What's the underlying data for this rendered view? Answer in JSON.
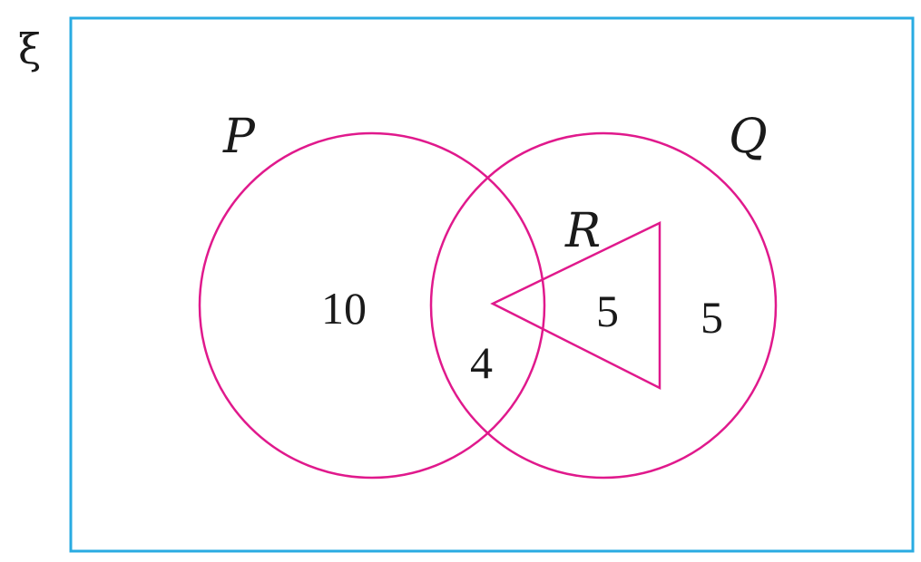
{
  "diagram": {
    "universal_symbol": "ξ",
    "sets": {
      "p": {
        "label": "P"
      },
      "q": {
        "label": "Q"
      },
      "r": {
        "label": "R"
      }
    },
    "regions": {
      "p_only": "10",
      "p_and_q": "4",
      "r": "5",
      "q_only": "5"
    },
    "colors": {
      "universal_border": "#29abe2",
      "set_outline": "#e0198c",
      "text": "#1a1a1a"
    }
  }
}
